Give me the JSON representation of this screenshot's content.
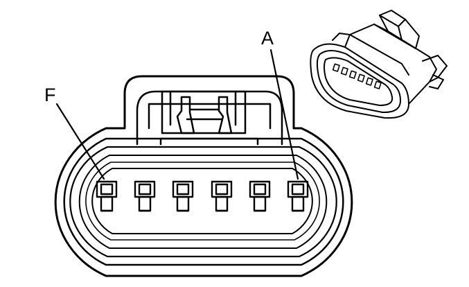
{
  "labels": {
    "pin_a": "A",
    "pin_f": "F"
  },
  "connector": {
    "pin_count": 6
  },
  "colors": {
    "line": "#000000",
    "background": "#ffffff"
  }
}
